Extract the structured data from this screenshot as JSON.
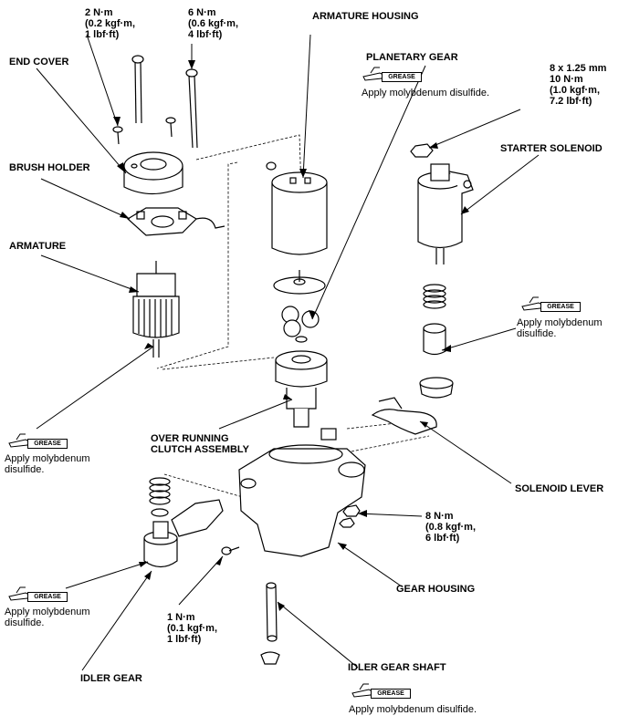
{
  "labels": {
    "torque_top_left": "2 N·m\n(0.2 kgf·m,\n1 lbf·ft)",
    "torque_top_right": "6 N·m\n(0.6 kgf·m,\n4 lbf·ft)",
    "armature_housing": "ARMATURE HOUSING",
    "end_cover": "END COVER",
    "planetary_gear": "PLANETARY GEAR",
    "torque_solenoid_nut": "8 x 1.25 mm\n10 N·m\n(1.0 kgf·m,\n7.2 lbf·ft)",
    "brush_holder": "BRUSH HOLDER",
    "starter_solenoid": "STARTER SOLENOID",
    "armature": "ARMATURE",
    "over_running_clutch": "OVER RUNNING\nCLUTCH ASSEMBLY",
    "solenoid_lever": "SOLENOID LEVER",
    "torque_gear_housing": "8 N·m\n(0.8 kgf·m,\n6 lbf·ft)",
    "gear_housing": "GEAR HOUSING",
    "torque_idler_bolt": "1 N·m\n(0.1 kgf·m,\n1 lbf·ft)",
    "idler_gear_shaft": "IDLER GEAR SHAFT",
    "idler_gear": "IDLER GEAR"
  },
  "grease_notes": {
    "tag": "GREASE",
    "planetary_gear": "Apply molybdenum disulfide.",
    "solenoid_plunger": "Apply molybdenum\ndisulfide.",
    "armature": "Apply molybdenum\ndisulfide.",
    "idler_gear": "Apply molybdenum\ndisulfide.",
    "idler_gear_shaft": "Apply molybdenum disulfide."
  }
}
